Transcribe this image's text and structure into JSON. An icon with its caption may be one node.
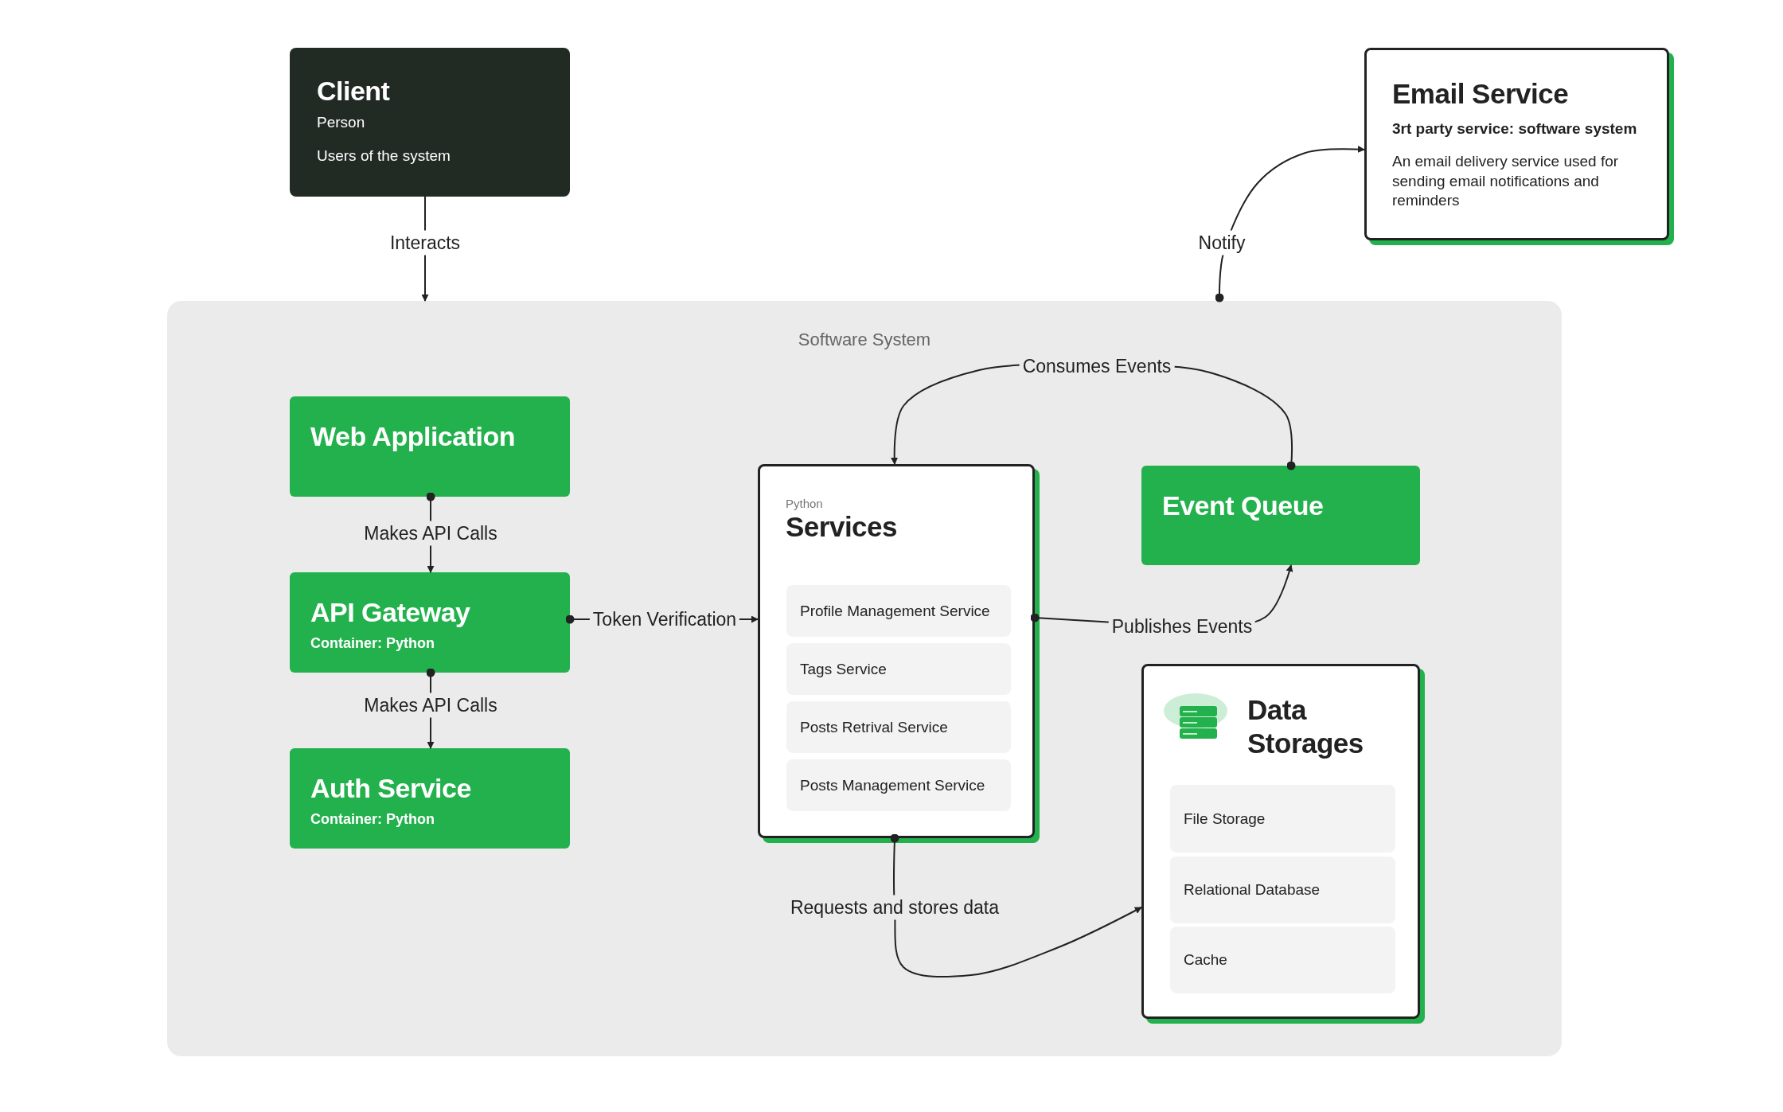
{
  "diagram": {
    "nodes": [
      {
        "text": [
          "Client",
          "Person",
          "Users of the system"
        ]
      },
      {
        "text": [
          "Email Service",
          "3rt party service: software system",
          "An email delivery service used for sending email notifications and reminders"
        ]
      },
      {
        "text": [
          "Software System"
        ]
      },
      {
        "text": [
          "Web Application"
        ],
        "in": 2
      },
      {
        "text": [
          "API Gateway",
          "Container: Python"
        ],
        "in": 2
      },
      {
        "text": [
          "Auth Service",
          "Container: Python"
        ],
        "in": 2
      },
      {
        "text": [
          "Python",
          "Services"
        ],
        "in": 2
      },
      {
        "text": [
          "Profile Management Service"
        ],
        "in": 6
      },
      {
        "text": [
          "Tags Service"
        ],
        "in": 6
      },
      {
        "text": [
          "Posts Retrival Service"
        ],
        "in": 6
      },
      {
        "text": [
          "Posts Management Service"
        ],
        "in": 6
      },
      {
        "text": [
          "Event Queue"
        ],
        "in": 2
      },
      {
        "text": [
          "Data Storages"
        ],
        "in": 2
      },
      {
        "text": [
          "File Storage"
        ],
        "in": 12
      },
      {
        "text": [
          "Relational Database"
        ],
        "in": 12
      },
      {
        "text": [
          "Cache"
        ],
        "in": 12
      }
    ],
    "edges": [
      {
        "from": 0,
        "to": 2,
        "arrow": "to",
        "label": "Interacts"
      },
      {
        "from": 2,
        "to": 1,
        "arrow": "to",
        "label": "Notify"
      },
      {
        "from": 3,
        "to": 4,
        "arrow": "to",
        "label": "Makes API Calls"
      },
      {
        "from": 4,
        "to": 5,
        "arrow": "to",
        "label": "Makes API Calls"
      },
      {
        "from": 4,
        "to": 6,
        "arrow": "to",
        "label": "Token Verification"
      },
      {
        "from": 11,
        "to": 6,
        "arrow": "to",
        "label": "Consumes Events"
      },
      {
        "from": 6,
        "to": 11,
        "arrow": "to",
        "label": "Publishes Events"
      },
      {
        "from": 6,
        "to": 12,
        "arrow": "to",
        "label": "Requests and stores data"
      }
    ]
  }
}
